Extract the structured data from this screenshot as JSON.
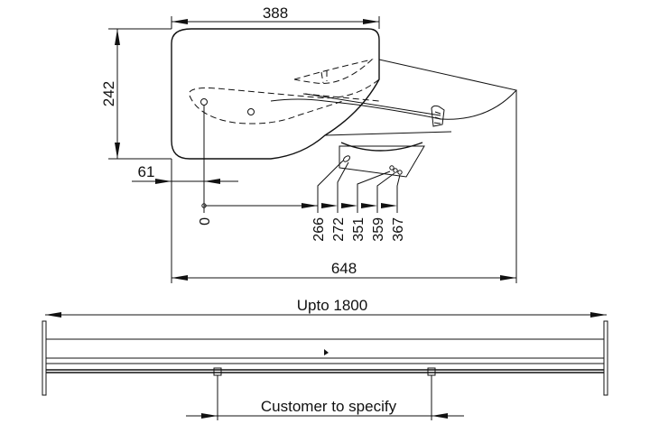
{
  "dimensions": {
    "top_width": "388",
    "height": "242",
    "left_offset": "61",
    "zero": "0",
    "hole_1": "266",
    "hole_2": "272",
    "hole_3": "351",
    "hole_4": "359",
    "hole_5": "367",
    "overall_depth": "648"
  },
  "front_view": {
    "length_label": "Upto 1800",
    "bracket_label": "Customer to specify"
  }
}
